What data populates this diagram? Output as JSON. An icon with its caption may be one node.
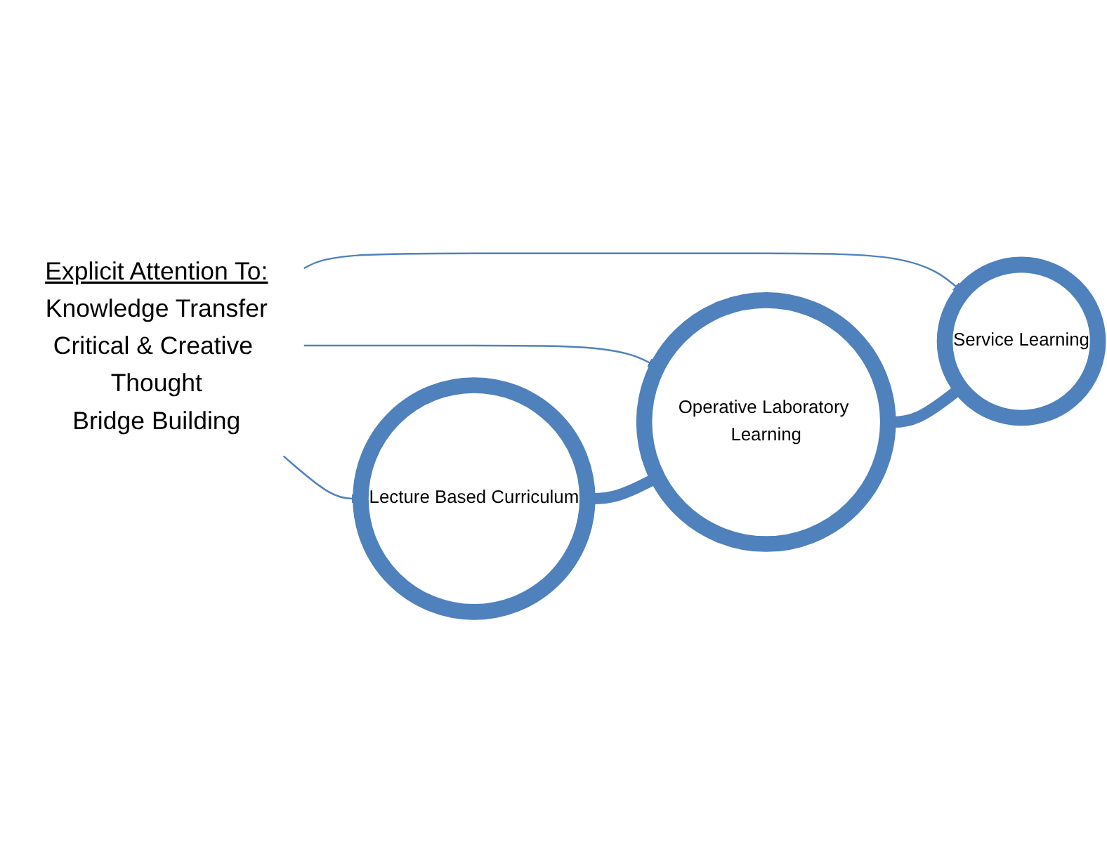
{
  "diagram": {
    "nodes": [
      {
        "text": [
          "Explicit Attention To:",
          "Knowledge Transfer",
          "Critical & Creative Thought",
          "Bridge Building"
        ]
      },
      {
        "text": [
          "Lecture Based Curriculum"
        ]
      },
      {
        "text": [
          "Operative Laboratory Learning"
        ]
      },
      {
        "text": [
          "Service Learning"
        ]
      }
    ],
    "edges": [
      {
        "from": 0,
        "to": 1,
        "arrow": "to",
        "color": "#4f81bd"
      },
      {
        "from": 0,
        "to": 2,
        "arrow": "to",
        "color": "#4f81bd"
      },
      {
        "from": 0,
        "to": 3,
        "arrow": "to",
        "color": "#4f81bd"
      },
      {
        "from": 1,
        "to": 2,
        "arrow": "to",
        "style": "thick",
        "color": "#4f81bd"
      },
      {
        "from": 2,
        "to": 3,
        "arrow": "to",
        "style": "thick",
        "color": "#4f81bd"
      }
    ]
  }
}
